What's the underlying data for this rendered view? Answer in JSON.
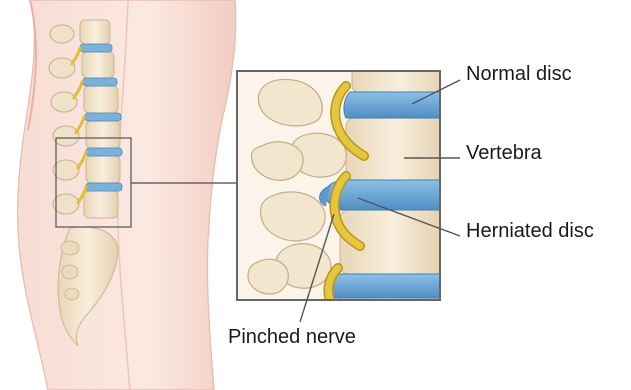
{
  "labels": {
    "normal_disc": "Normal disc",
    "vertebra": "Vertebra",
    "herniated_disc": "Herniated disc",
    "pinched_nerve": "Pinched nerve"
  },
  "colors": {
    "skin": "#f6d6cb",
    "skin_shadow": "#eab8aa",
    "bone": "#f3e6cf",
    "bone_shadow": "#d9c5a3",
    "disc": "#6fa8d6",
    "disc_dark": "#3f7fb6",
    "nerve": "#e2c23a",
    "nerve_dark": "#b8961a",
    "frame": "#666666",
    "leader": "#555555"
  }
}
